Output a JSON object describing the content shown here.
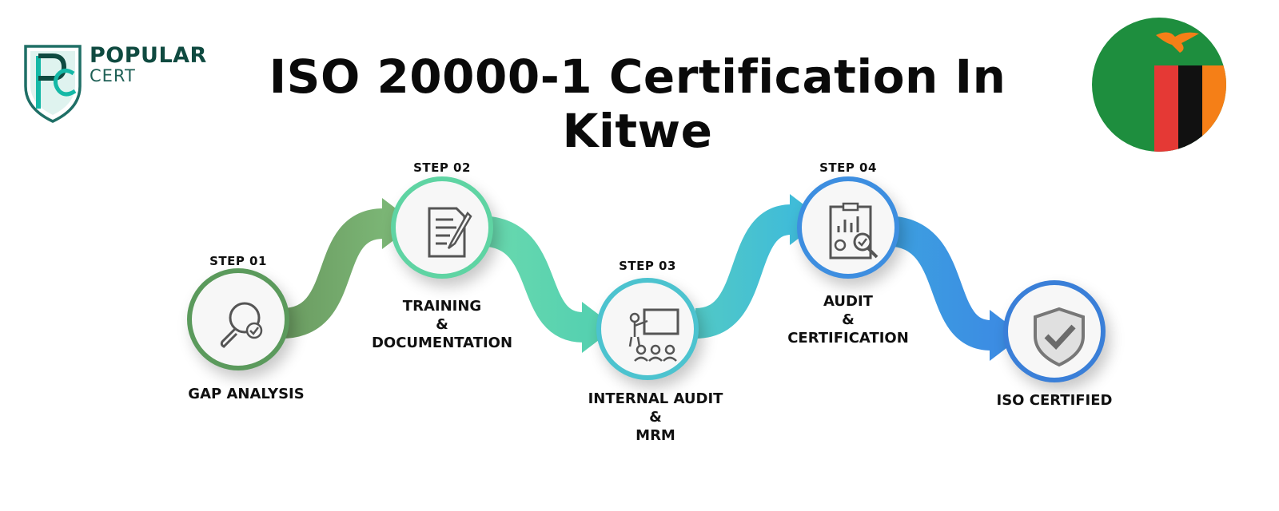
{
  "brand": {
    "line1": "POPULAR",
    "line2": "CERT",
    "monogram": "PC"
  },
  "title": "ISO 20000-1 Certification In Kitwe",
  "colors": {
    "arrow_green": "#6fa067",
    "arrow_mint": "#63d3a8",
    "arrow_teal": "#4cc3cf",
    "arrow_blue": "#3d8ee0",
    "flag_green": "#1e8e3e",
    "flag_red": "#e53935",
    "flag_black": "#111111",
    "flag_orange": "#f57f17"
  },
  "steps": [
    {
      "step_label": "STEP 01",
      "lines": [
        "GAP ANALYSIS"
      ],
      "icon": "magnifier-check-icon",
      "color": "#5b9a5c"
    },
    {
      "step_label": "STEP 02",
      "lines": [
        "TRAINING",
        "&",
        "DOCUMENTATION"
      ],
      "icon": "document-pen-icon",
      "color": "#5fd4a3"
    },
    {
      "step_label": "STEP 03",
      "lines": [
        "INTERNAL AUDIT",
        "&",
        "MRM"
      ],
      "icon": "presentation-icon",
      "color": "#4cc3cf"
    },
    {
      "step_label": "STEP 04",
      "lines": [
        "AUDIT",
        "&",
        "CERTIFICATION"
      ],
      "icon": "audit-report-icon",
      "color": "#3d8ee0"
    }
  ],
  "final": {
    "label": "ISO CERTIFIED",
    "icon": "shield-check-icon",
    "color": "#3a7fd8"
  }
}
